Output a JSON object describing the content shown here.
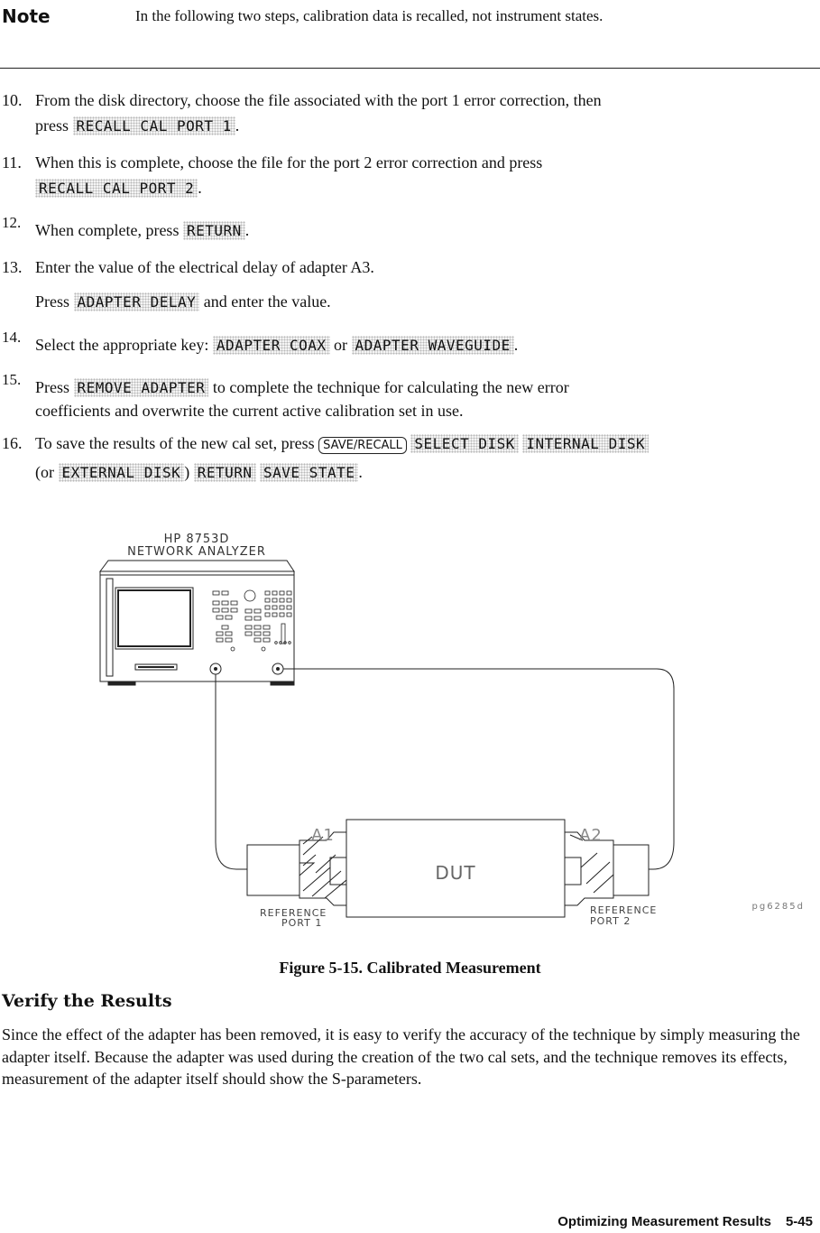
{
  "note": {
    "label": "Note",
    "text": "In the following two steps, calibration data is recalled, not instrument states."
  },
  "steps": [
    {
      "num": "10.",
      "pre": "From the disk directory, choose the file associated with the port 1 error correction, then",
      "l2pre": "press",
      "key1": "RECALL CAL PORT 1",
      "l2post": "."
    },
    {
      "num": "11.",
      "pre": "When this is complete, choose the file for the port 2 error correction and press",
      "key1": "RECALL CAL PORT 2",
      "l2post": "."
    },
    {
      "num": "12.",
      "pre": "When complete, press",
      "key1": "RETURN",
      "post": "."
    },
    {
      "num": "13.",
      "pre": "Enter the value of the electrical delay of adapter A3.",
      "l2pre": "Press",
      "key1": "ADAPTER DELAY",
      "l2post": "and enter the value."
    },
    {
      "num": "14.",
      "pre": "Select the appropriate key:",
      "key1": "ADAPTER COAX",
      "mid": "or",
      "key2": "ADAPTER WAVEGUIDE",
      "post": "."
    },
    {
      "num": "15.",
      "pre": "Press",
      "key1": "REMOVE ADAPTER",
      "post": "to complete the technique for calculating the new error",
      "l2": "coefficients and overwrite the current active calibration set in use."
    },
    {
      "num": "16.",
      "pre": "To save the results of the new cal set, press",
      "hardkey": "SAVE/RECALL",
      "key1": "SELECT DISK",
      "key2": "INTERNAL DISK",
      "l2pre": "(or",
      "key3": "EXTERNAL DISK",
      "l2mid": ")",
      "key4": "RETURN",
      "key5": "SAVE STATE",
      "l2post": "."
    }
  ],
  "diagram": {
    "analyzer_line1": "HP 8753D",
    "analyzer_line2": "NETWORK ANALYZER",
    "a1": "A1",
    "a2": "A2",
    "dut": "DUT",
    "ref1_line1": "REFERENCE",
    "ref1_line2": "PORT 1",
    "ref2_line1": "REFERENCE",
    "ref2_line2": "PORT 2",
    "figure_id": "pg6285d"
  },
  "caption": "Figure 5-15. Calibrated Measurement",
  "section_title": "Verify the Results",
  "paragraph": "Since the effect of the adapter has been removed, it is easy to verify the accuracy of the technique by simply measuring the adapter itself. Because the adapter was used during the creation of the two cal sets, and the technique removes its effects, measurement of the adapter itself should show the S-parameters.",
  "footer": {
    "title": "Optimizing Measurement Results",
    "page": "5-45"
  }
}
